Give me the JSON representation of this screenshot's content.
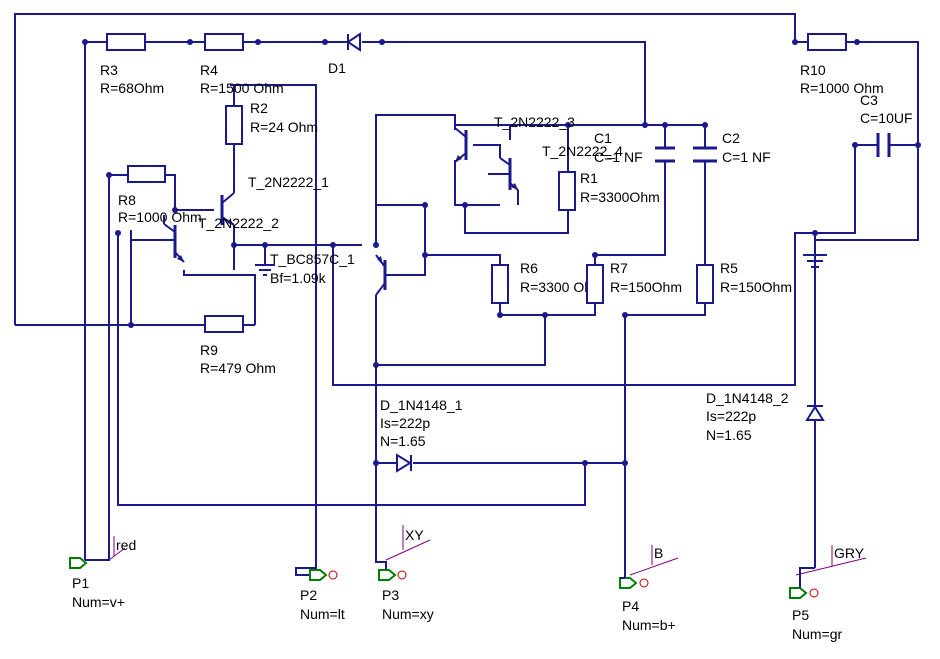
{
  "resistors": [
    {
      "name": "R3",
      "value": "R=68Ohm"
    },
    {
      "name": "R4",
      "value": "R=1500 Ohm"
    },
    {
      "name": "R2",
      "value": "R=24 Ohm"
    },
    {
      "name": "R8",
      "value": "R=1000 Ohm"
    },
    {
      "name": "R9",
      "value": "R=479 Ohm"
    },
    {
      "name": "R10",
      "value": "R=1000 Ohm"
    },
    {
      "name": "R1",
      "value": "R=3300Ohm"
    },
    {
      "name": "R6",
      "value": "R=3300 Ohm"
    },
    {
      "name": "R7",
      "value": "R=150Ohm"
    },
    {
      "name": "R5",
      "value": "R=150Ohm"
    }
  ],
  "capacitors": [
    {
      "name": "C1",
      "value": "C=1 NF"
    },
    {
      "name": "C2",
      "value": "C=1 NF"
    },
    {
      "name": "C3",
      "value": "C=10UF"
    }
  ],
  "transistors": [
    {
      "name": "T_2N2222_1"
    },
    {
      "name": "T_2N2222_2"
    },
    {
      "name": "T_2N2222_3"
    },
    {
      "name": "T_2N2222_4"
    },
    {
      "name": "T_BC857C_1",
      "param": "Bf=1.09k"
    }
  ],
  "diodes": [
    {
      "name": "D1"
    },
    {
      "name": "D_1N4148_1",
      "is": "Is=222p",
      "n": "N=1.65"
    },
    {
      "name": "D_1N4148_2",
      "is": "Is=222p",
      "n": "N=1.65"
    }
  ],
  "ports": [
    {
      "name": "P1",
      "num": "Num=v+",
      "tag": "red"
    },
    {
      "name": "P2",
      "num": "Num=lt",
      "tag": ""
    },
    {
      "name": "P3",
      "num": "Num=xy",
      "tag": "XY"
    },
    {
      "name": "P4",
      "num": "Num=b+",
      "tag": "B"
    },
    {
      "name": "P5",
      "num": "Num=gr",
      "tag": "GRY"
    }
  ]
}
